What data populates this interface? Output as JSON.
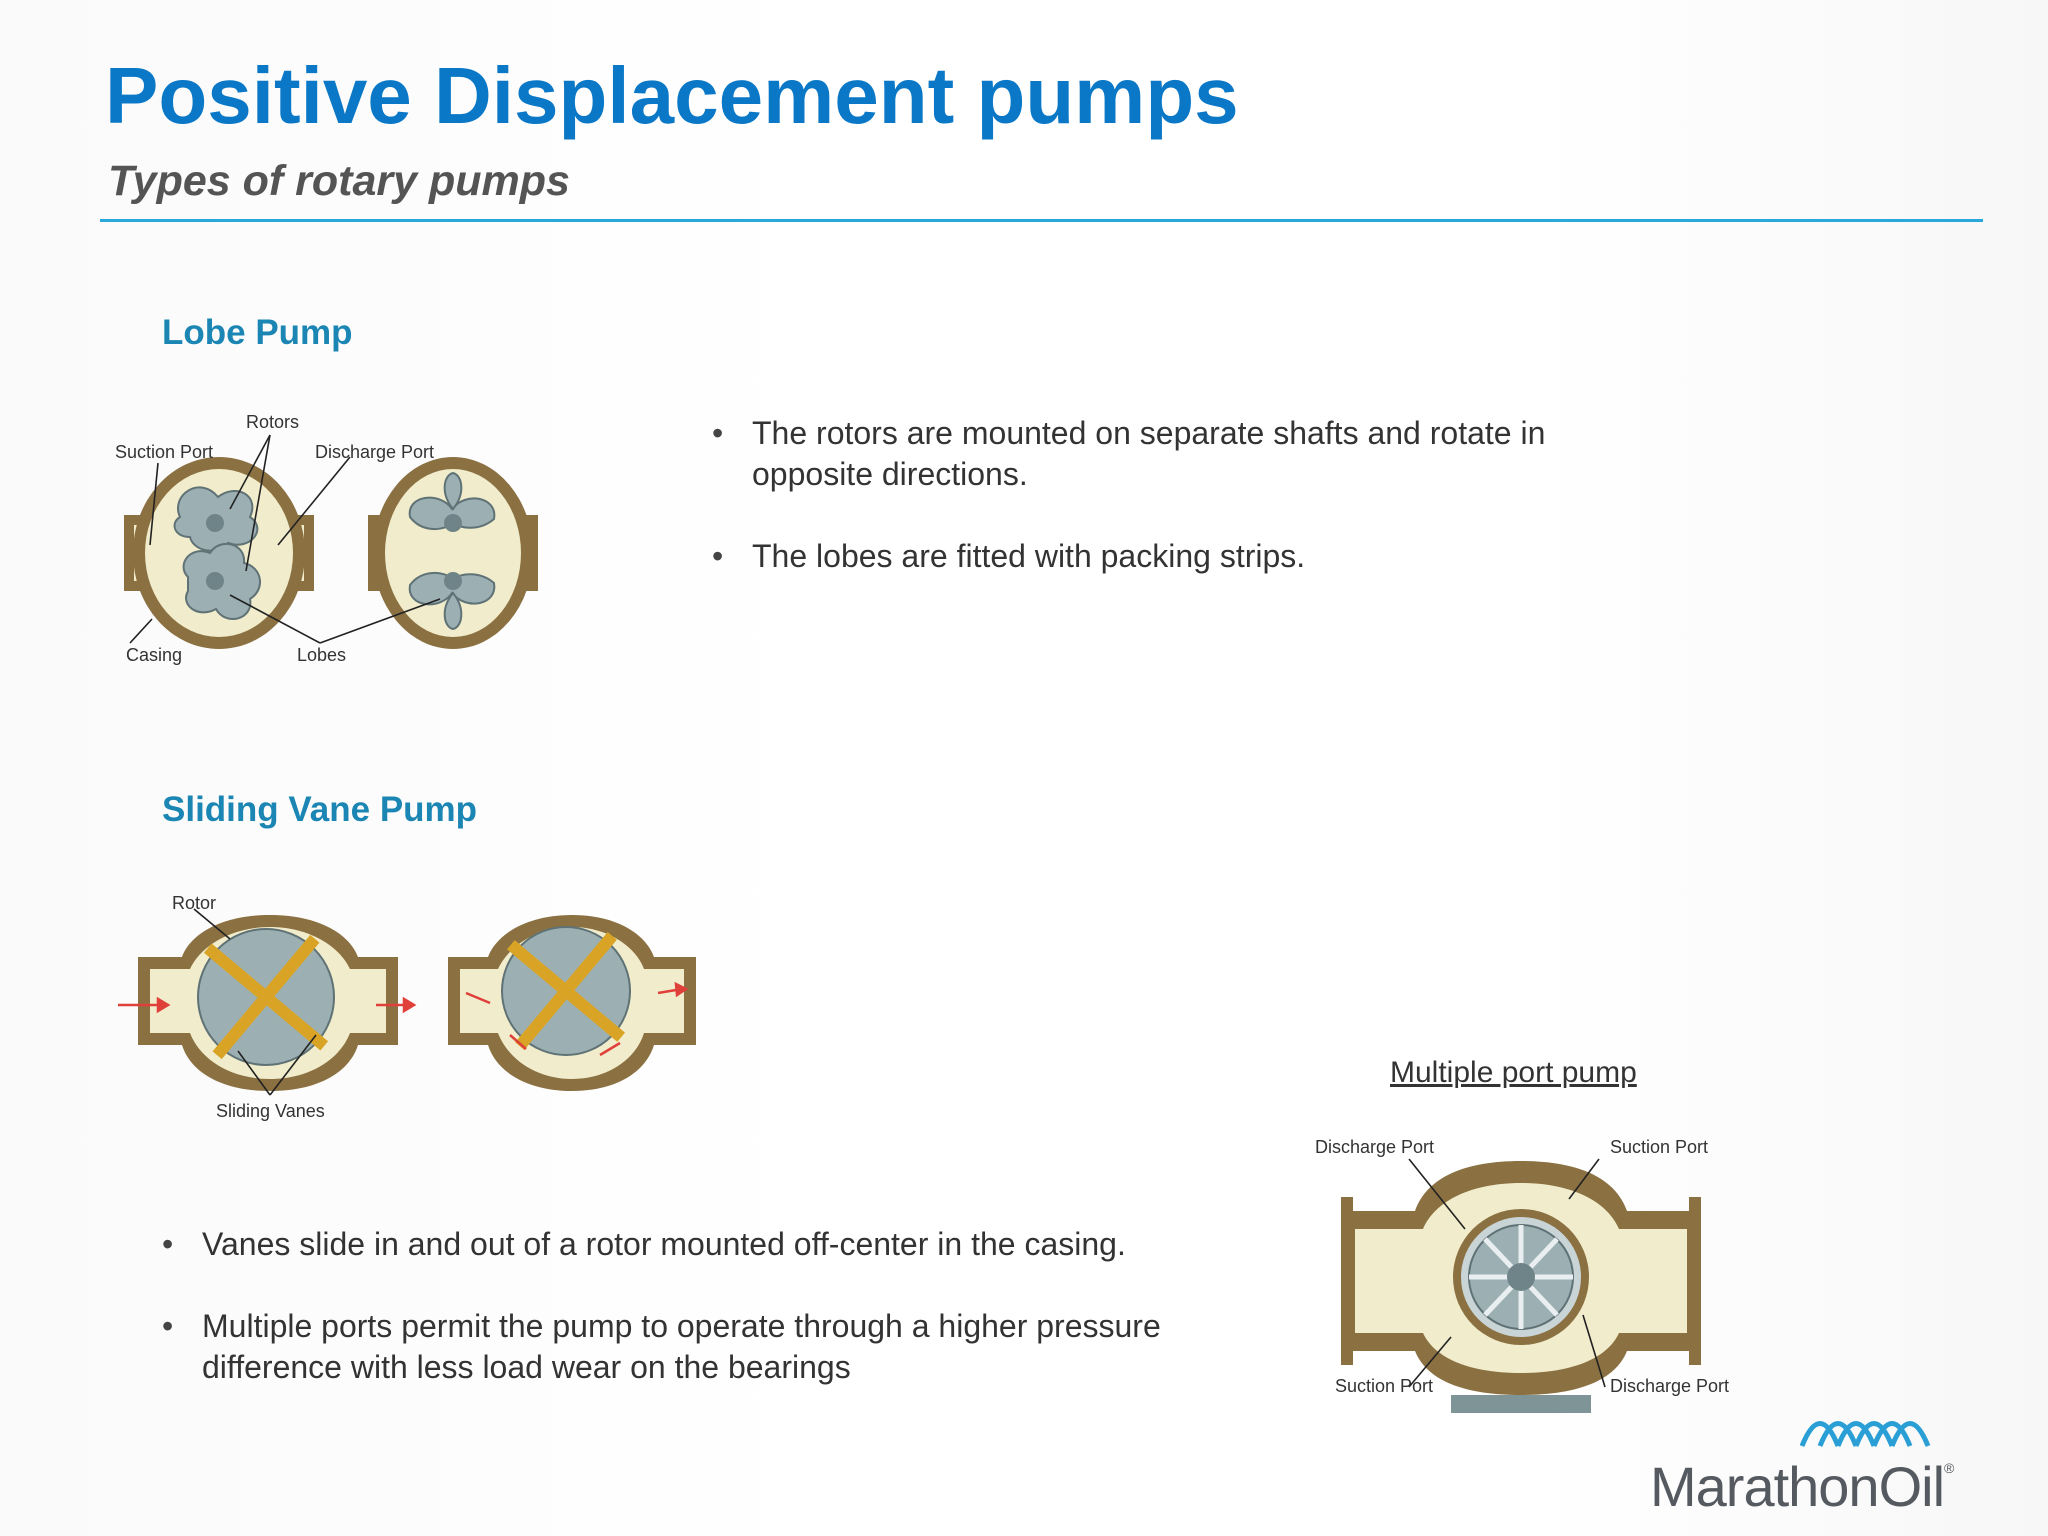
{
  "slide": {
    "title": "Positive Displacement pumps",
    "subtitle": "Types of rotary pumps"
  },
  "lobe_section": {
    "heading": "Lobe Pump",
    "bullets": [
      "The rotors are mounted on separate shafts and rotate in opposite directions.",
      "The lobes are fitted with packing strips."
    ],
    "diagram_labels": {
      "rotors": "Rotors",
      "suction_port": "Suction Port",
      "discharge_port": "Discharge Port",
      "casing": "Casing",
      "lobes": "Lobes"
    }
  },
  "vane_section": {
    "heading": "Sliding Vane Pump",
    "bullets": [
      "Vanes slide in and out of a rotor mounted off-center in the casing.",
      "Multiple ports permit the pump to operate through a higher pressure difference with less load wear on the bearings"
    ],
    "diagram_labels": {
      "rotor": "Rotor",
      "sliding_vanes": "Sliding Vanes"
    }
  },
  "multiport": {
    "caption": "Multiple port pump",
    "labels": {
      "discharge_port_top": "Discharge Port",
      "suction_port_top": "Suction Port",
      "suction_port_bottom": "Suction Port",
      "discharge_port_bottom": "Discharge Port"
    }
  },
  "logo": {
    "wordmark": "MarathonOil",
    "registered": "®"
  },
  "colors": {
    "title_blue": "#0a78c6",
    "heading_blue": "#1b86b3",
    "rule_blue": "#2aa7db",
    "casing_brown": "#8b7142",
    "fluid_cream": "#f1eccb",
    "rotor_gray": "#9cb0b4",
    "vane_gold": "#d9a426",
    "arrow_red": "#e0403a",
    "logo_blue": "#2a9fd6"
  }
}
